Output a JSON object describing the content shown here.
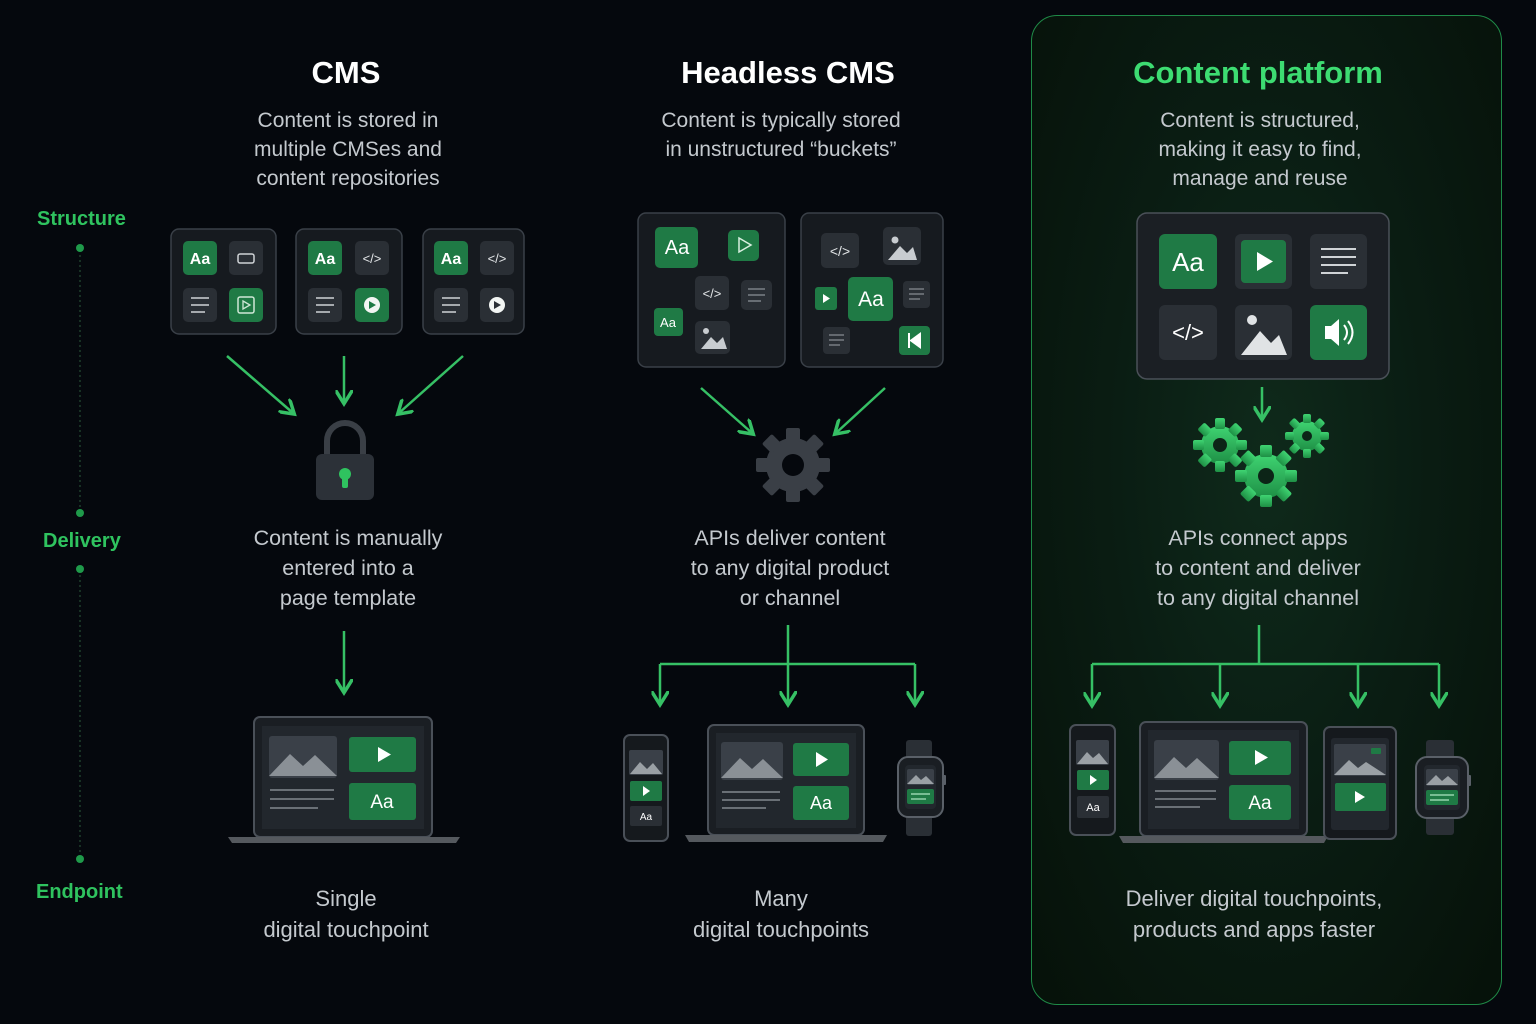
{
  "axis": {
    "structure": "Structure",
    "delivery": "Delivery",
    "endpoint": "Endpoint"
  },
  "columns": [
    {
      "title": "CMS",
      "description": "Content is stored in\nmultiple CMSes and\ncontent repositories",
      "middle": "Content is manually\nentered into a\npage template",
      "endpoint": "Single\ndigital touchpoint"
    },
    {
      "title": "Headless CMS",
      "description": "Content is typically stored\nin unstructured “buckets”",
      "middle": "APIs deliver content\nto any digital product\nor channel",
      "endpoint": "Many\ndigital touchpoints"
    },
    {
      "title": "Content platform",
      "description": "Content is structured,\nmaking it easy to find,\nmanage and reuse",
      "middle": "APIs connect apps\nto content and deliver\nto any digital channel",
      "endpoint": "Deliver digital touchpoints,\nproducts and apps faster"
    }
  ],
  "icon_text": {
    "text_glyph": "Aa",
    "code_glyph": "</>"
  },
  "colors": {
    "background": "#05080d",
    "accent_green": "#2fc35f",
    "tile_green": "#1f7a45",
    "tile_dark": "#2a2f35",
    "card": "#1a1e23"
  }
}
